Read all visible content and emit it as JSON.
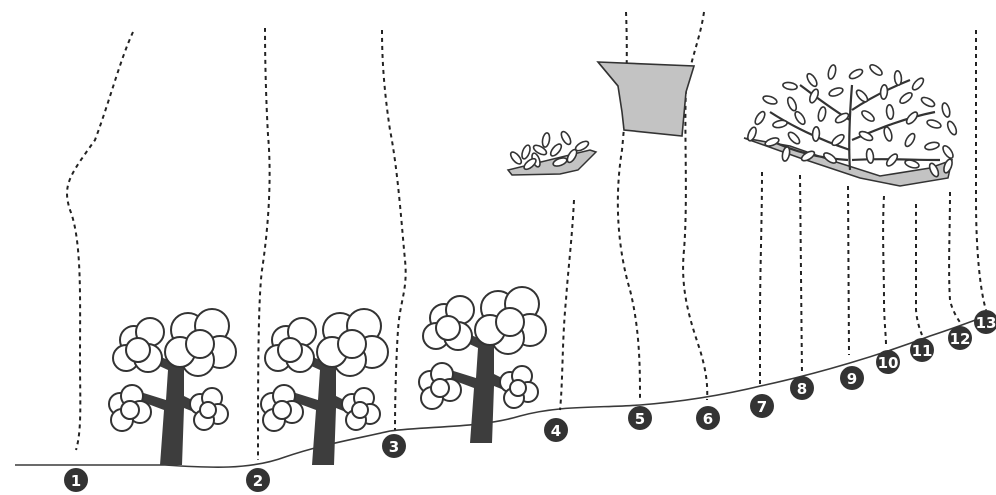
{
  "colors": {
    "ground_line": "#3a3a3a",
    "trace": "#222222",
    "trunk": "#3d3d3d",
    "crown_fill": "#ffffff",
    "crown_stroke": "#333333",
    "basket_fill": "#c3c3c3",
    "badge": "#333333",
    "badge_text": "#ffffff"
  },
  "icons": [
    "tree-icon",
    "tree-icon",
    "tree-icon",
    "foliage-bowl-icon",
    "hanging-basket-icon",
    "shrub-icon"
  ],
  "markers": [
    {
      "label": "1"
    },
    {
      "label": "2"
    },
    {
      "label": "3"
    },
    {
      "label": "4"
    },
    {
      "label": "5"
    },
    {
      "label": "6"
    },
    {
      "label": "7"
    },
    {
      "label": "8"
    },
    {
      "label": "9"
    },
    {
      "label": "10"
    },
    {
      "label": "11"
    },
    {
      "label": "12"
    },
    {
      "label": "13"
    }
  ]
}
